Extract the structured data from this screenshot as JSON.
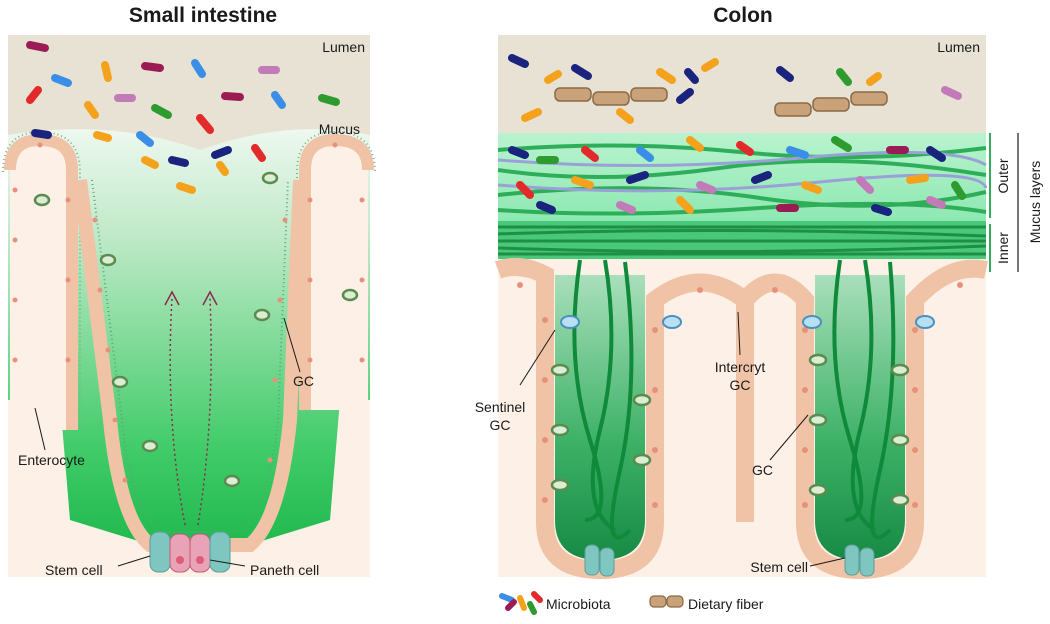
{
  "small_intestine": {
    "title": "Small intestine",
    "lumen": "Lumen",
    "mucus": "Mucus",
    "gc": "GC",
    "enterocyte": "Enterocyte",
    "stem_cell": "Stem cell",
    "paneth_cell": "Paneth cell"
  },
  "colon": {
    "title": "Colon",
    "lumen": "Lumen",
    "outer": "Outer",
    "inner": "Inner",
    "mucus_layers": "Mucus layers",
    "sentinel_gc_1": "Sentinel",
    "sentinel_gc_2": "GC",
    "intercrypt_gc_1": "Intercryt",
    "intercrypt_gc_2": "GC",
    "gc": "GC",
    "stem_cell": "Stem cell"
  },
  "legend": {
    "microbiota": "Microbiota",
    "dietary_fiber": "Dietary fiber"
  },
  "colors": {
    "lumen_bg": "#e8e2d4",
    "mucus_green": "#22c055",
    "epithelium": "#f6d3bd",
    "nucleus": "#e8917a",
    "goblet_cell": "#5d8b4f",
    "stem_cell": "#7fc6c0",
    "paneth_cell": "#e05a7a",
    "fiber": "#c9a27a"
  }
}
